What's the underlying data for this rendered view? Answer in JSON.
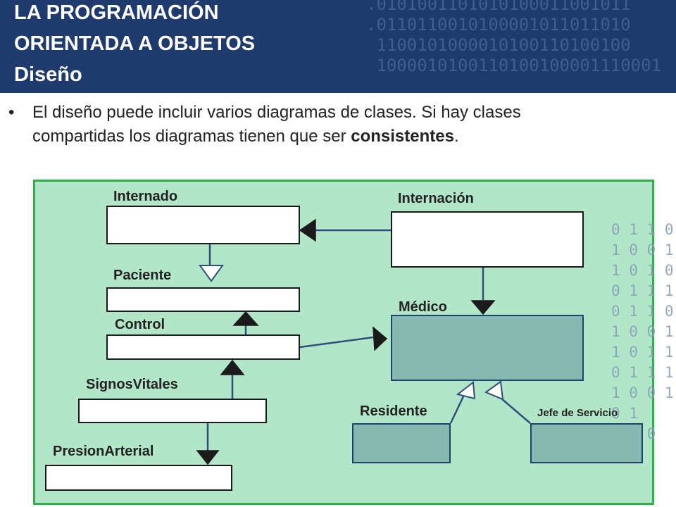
{
  "slide": {
    "title_line1": "LA PROGRAMACIÓN",
    "title_line2": "ORIENTADA A OBJETOS",
    "title_line3": "Diseño",
    "bullet_text_1": "El diseño puede incluir varios diagramas de clases. Si hay clases compartidas los diagramas tienen que ser ",
    "bullet_bold": "consistentes",
    "bullet_text_2": "."
  },
  "decor": {
    "header_binary": ".0101001101010100011001011\n.0110110010100001011011010\n 1100101000010100110100100\n 1000010100110100100001110001",
    "side_binary": "0 1 1 0\n1 0 0 1\n1 0 1 0\n0 1 1 1 0\n0 1 1 0 0\n1 0 0 1 1\n1 0 1 1 0\n0 1 1 1 0\n1 0 0 1\n0 1\n0   0\n1"
  },
  "diagram": {
    "classes": {
      "internado": "Internado",
      "internacion": "Internación",
      "paciente": "Paciente",
      "medico": "Médico",
      "control": "Control",
      "signos_vitales": "SignosVitales",
      "residente": "Residente",
      "jefe_servicio": "Jefe de Servicio",
      "presion_arterial": "PresionArterial"
    }
  },
  "colors": {
    "header_bg": "#1f3a6d",
    "panel_bg": "#b2e6c9",
    "panel_border": "#2fb04a",
    "teal_class": "#86b9b0",
    "connector": "#2e4f7a"
  }
}
